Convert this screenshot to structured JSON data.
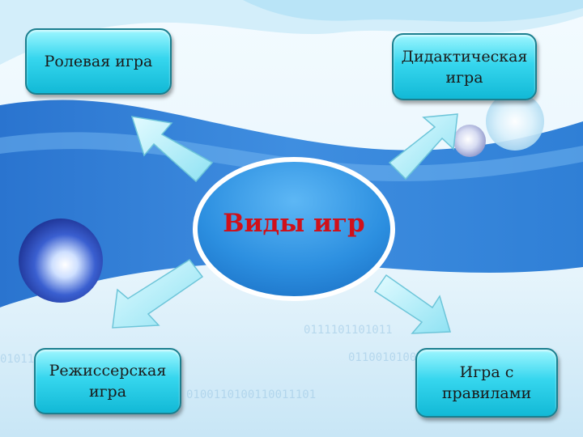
{
  "center": {
    "label": "Виды игр"
  },
  "nodes": {
    "top_left": "Ролевая игра",
    "top_right_line1": "Дидактическая",
    "top_right_line2": "игра",
    "bottom_left_line1": "Режиссерская",
    "bottom_left_line2": "игра",
    "bottom_right_line1": "Игра с",
    "bottom_right_line2": "правилами"
  },
  "colors": {
    "node_fill": "#1ec6df",
    "center_fill": "#2f9be6",
    "center_text": "#d0101a",
    "arrow_fill": "#a8ecf7"
  }
}
